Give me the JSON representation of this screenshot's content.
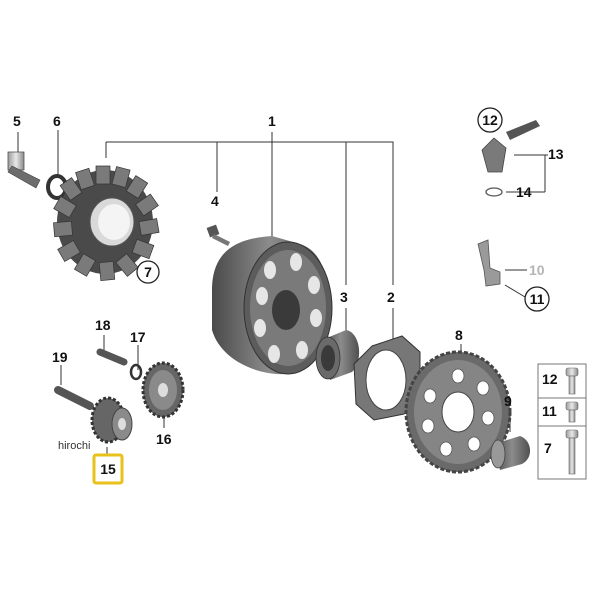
{
  "watermark": "hirochi",
  "highlight_color": "#e8c21a",
  "callouts": {
    "c1": "1",
    "c2": "2",
    "c3": "3",
    "c4": "4",
    "c5": "5",
    "c6": "6",
    "c7": "7",
    "c8": "8",
    "c9": "9",
    "c10": "10",
    "c11": "11",
    "c12": "12",
    "c13": "13",
    "c14": "14",
    "c15": "15",
    "c16": "16",
    "c17": "17",
    "c18": "18",
    "c19": "19"
  },
  "legend": {
    "items": [
      {
        "label": "12"
      },
      {
        "label": "11"
      },
      {
        "label": "7"
      }
    ]
  }
}
